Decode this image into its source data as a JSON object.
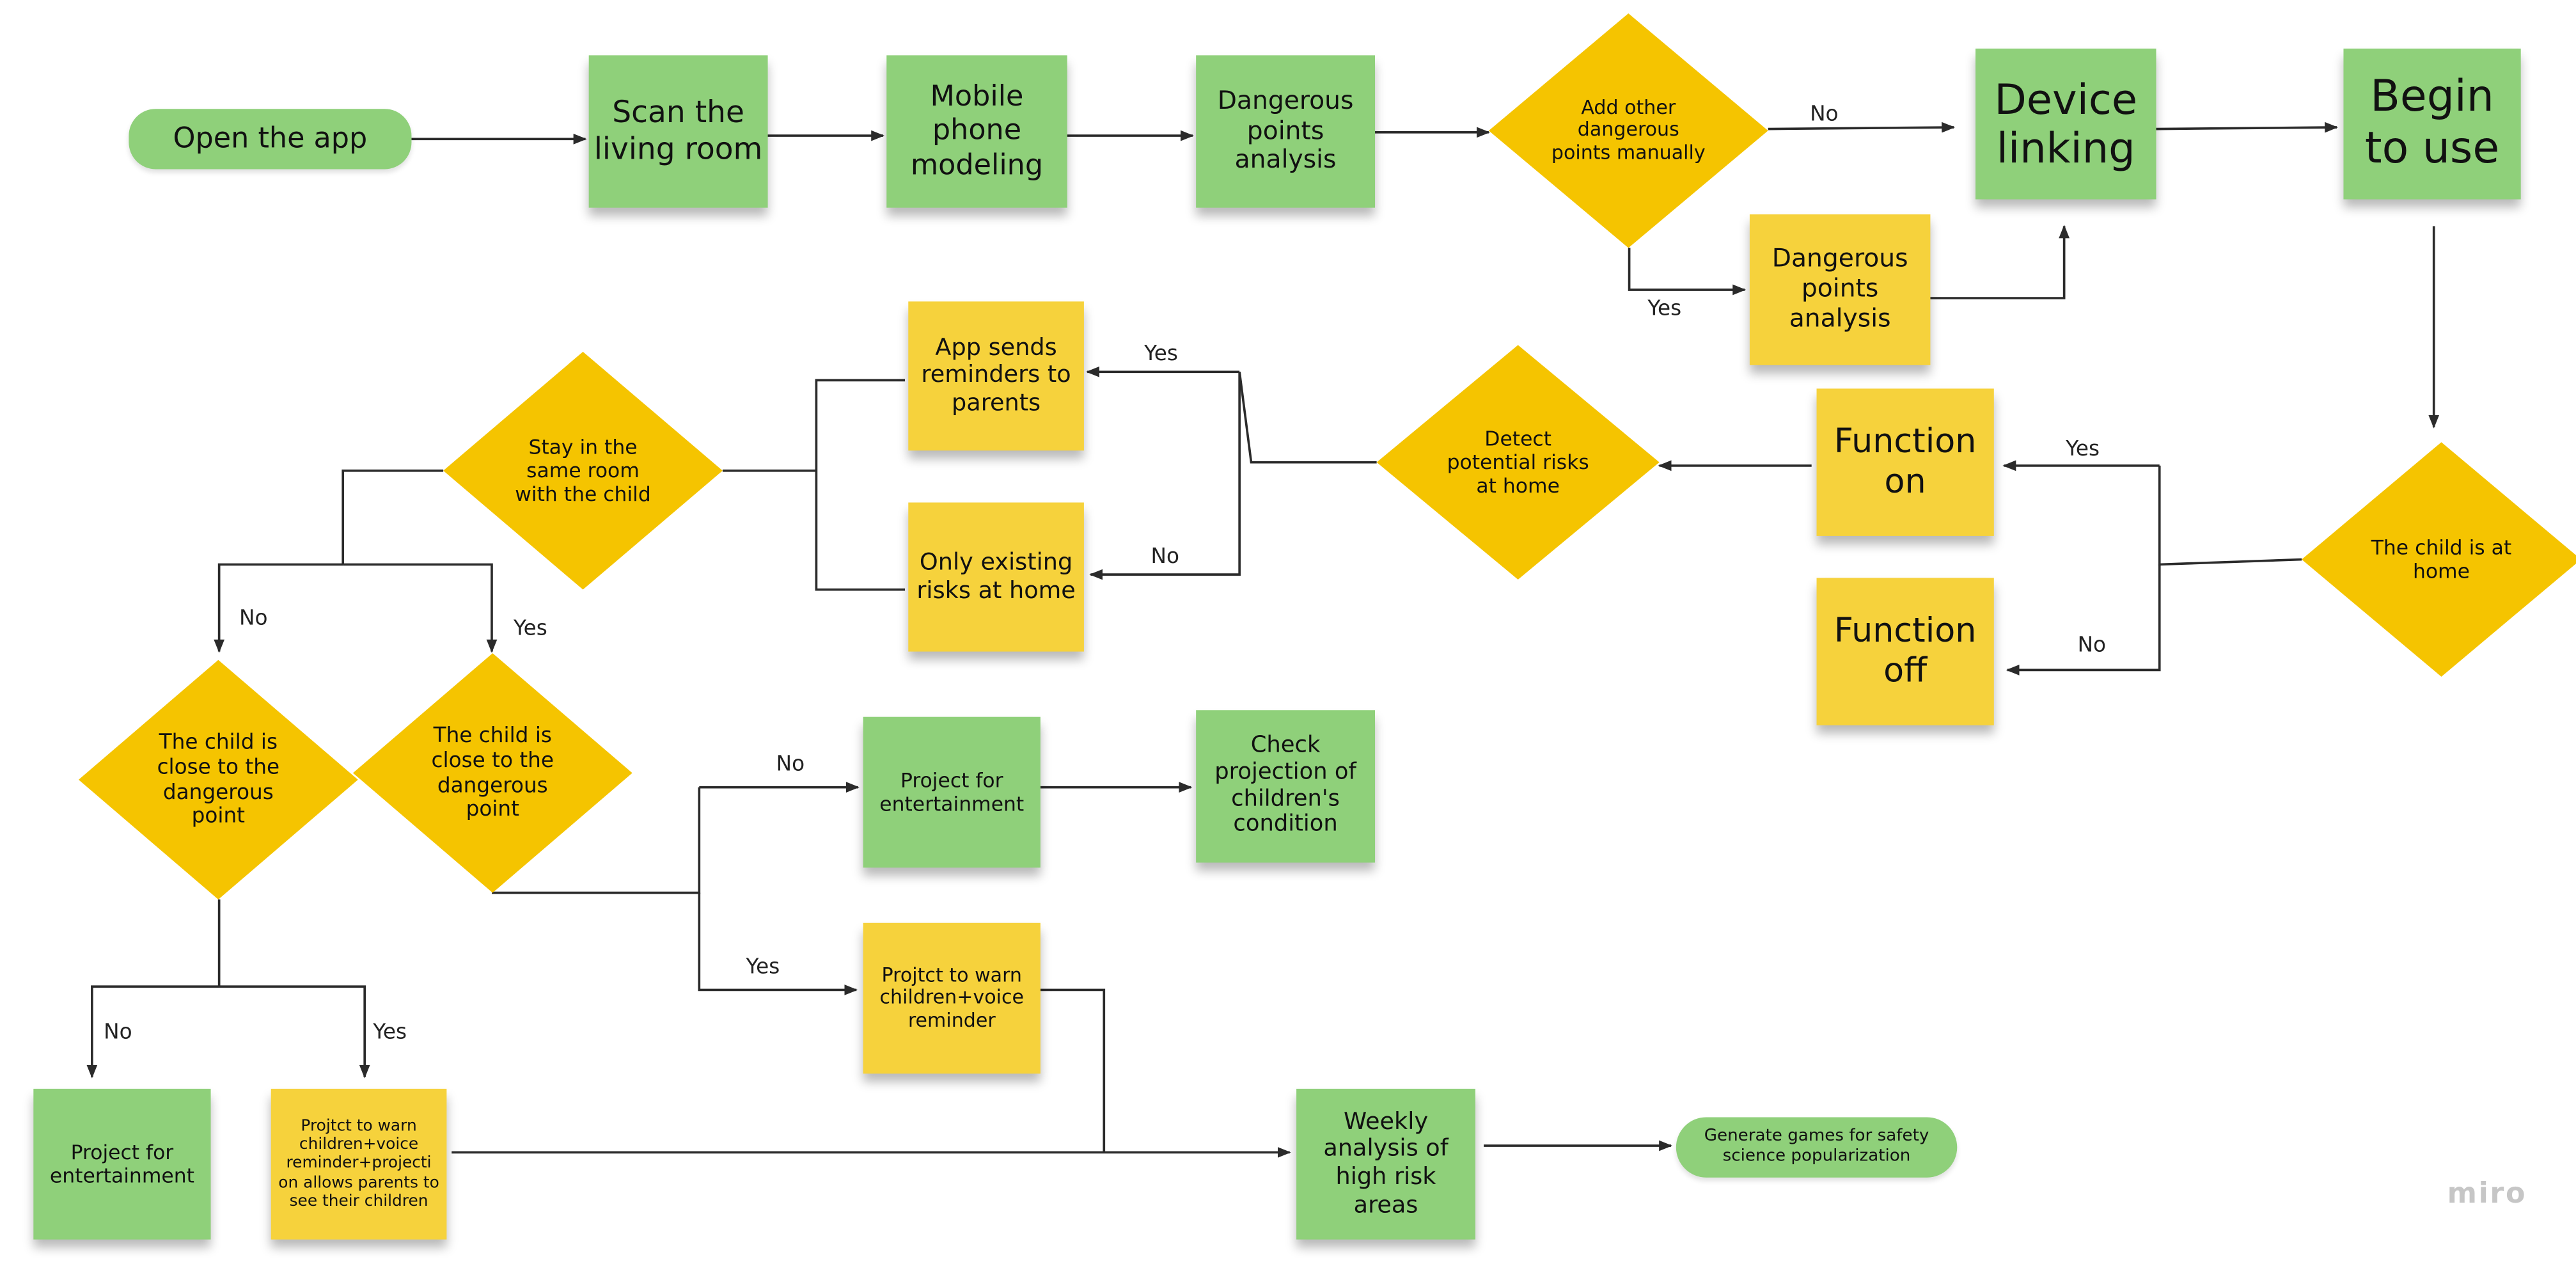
{
  "brand": "miro",
  "colors": {
    "process": "#8fd07a",
    "decision": "#f5c400",
    "note": "#f6d23c",
    "edge": "#2b2b2b"
  },
  "nodes": {
    "open_app": "Open the app",
    "scan_room": "Scan the living room",
    "mobile_modeling": "Mobile phone modeling",
    "dangerous_analysis_1": "Dangerous points analysis",
    "add_manual": "Add other dangerous points manually",
    "device_linking": "Device linking",
    "begin_use": "Begin to use",
    "dangerous_analysis_2": "Dangerous points analysis",
    "child_at_home": "The child is at home",
    "function_on": "Function on",
    "function_off": "Function off",
    "detect_risks": "Detect potential risks at home",
    "app_reminders": "App sends reminders to parents",
    "only_existing": "Only existing risks at home",
    "same_room": "Stay in the same room with the child",
    "close_left": "The child is close to the dangerous point",
    "close_right": "The child is close to the dangerous point",
    "project_ent_top": "Project for entertainment",
    "check_projection": "Check projection of children's condition",
    "project_warn": "Projtct to warn children+voice reminder",
    "project_ent_bottom": "Project for entertainment",
    "project_warn_parents": "Projtct to warn children+voice reminder+projecti on  allows parents to see their children",
    "weekly_analysis": "Weekly analysis of high risk areas",
    "generate_games": "Generate games for safety science popularization"
  },
  "edge_labels": {
    "manual_no": "No",
    "manual_yes": "Yes",
    "home_yes": "Yes",
    "home_no": "No",
    "detect_yes": "Yes",
    "detect_no": "No",
    "room_no": "No",
    "room_yes": "Yes",
    "right_no": "No",
    "right_yes": "Yes",
    "left_no": "No",
    "left_yes": "Yes"
  }
}
